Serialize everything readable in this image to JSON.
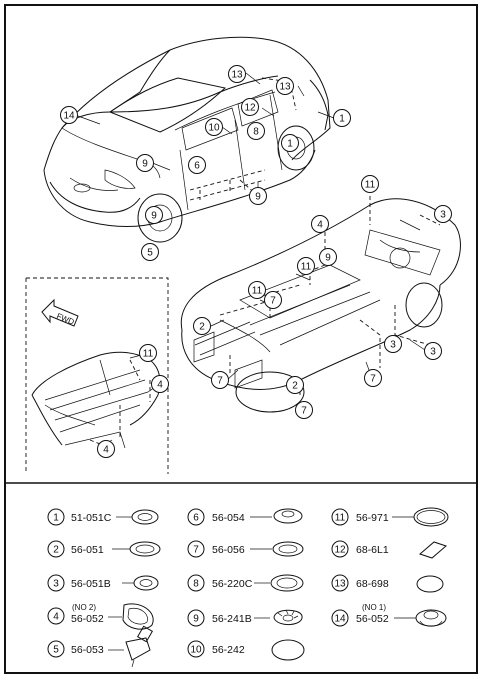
{
  "diagram": {
    "fwd_label": "FWD",
    "callouts": [
      {
        "id": "c14",
        "text": "14"
      },
      {
        "id": "c13",
        "text": "13"
      },
      {
        "id": "c13b",
        "text": "13"
      },
      {
        "id": "c12",
        "text": "12"
      },
      {
        "id": "c10",
        "text": "10"
      },
      {
        "id": "c8",
        "text": "8"
      },
      {
        "id": "c1a",
        "text": "1"
      },
      {
        "id": "c1b",
        "text": "1"
      },
      {
        "id": "c9a",
        "text": "9"
      },
      {
        "id": "c6",
        "text": "6"
      },
      {
        "id": "c9b",
        "text": "9"
      },
      {
        "id": "c9c",
        "text": "9"
      },
      {
        "id": "c5",
        "text": "5"
      },
      {
        "id": "c11a",
        "text": "11"
      },
      {
        "id": "c3a",
        "text": "3"
      },
      {
        "id": "c4a",
        "text": "4"
      },
      {
        "id": "c9d",
        "text": "9"
      },
      {
        "id": "c11b",
        "text": "11"
      },
      {
        "id": "c11c",
        "text": "11"
      },
      {
        "id": "c7a",
        "text": "7"
      },
      {
        "id": "c2a",
        "text": "2"
      },
      {
        "id": "c3b",
        "text": "3"
      },
      {
        "id": "c3c",
        "text": "3"
      },
      {
        "id": "c7b",
        "text": "7"
      },
      {
        "id": "c7c",
        "text": "7"
      },
      {
        "id": "c2b",
        "text": "2"
      },
      {
        "id": "c7d",
        "text": "7"
      },
      {
        "id": "c11d",
        "text": "11"
      },
      {
        "id": "c4b",
        "text": "4"
      },
      {
        "id": "c4c",
        "text": "4"
      }
    ]
  },
  "legend": [
    {
      "num": "1",
      "code": "51-051C",
      "note": ""
    },
    {
      "num": "2",
      "code": "56-051",
      "note": ""
    },
    {
      "num": "3",
      "code": "56-051B",
      "note": ""
    },
    {
      "num": "4",
      "code": "56-052",
      "note": "(NO 2)"
    },
    {
      "num": "5",
      "code": "56-053",
      "note": ""
    },
    {
      "num": "6",
      "code": "56-054",
      "note": ""
    },
    {
      "num": "7",
      "code": "56-056",
      "note": ""
    },
    {
      "num": "8",
      "code": "56-220C",
      "note": ""
    },
    {
      "num": "9",
      "code": "56-241B",
      "note": ""
    },
    {
      "num": "10",
      "code": "56-242",
      "note": ""
    },
    {
      "num": "11",
      "code": "56-971",
      "note": ""
    },
    {
      "num": "12",
      "code": "68-6L1",
      "note": ""
    },
    {
      "num": "13",
      "code": "68-698",
      "note": ""
    },
    {
      "num": "14",
      "code": "56-052",
      "note": "(NO 1)"
    }
  ]
}
